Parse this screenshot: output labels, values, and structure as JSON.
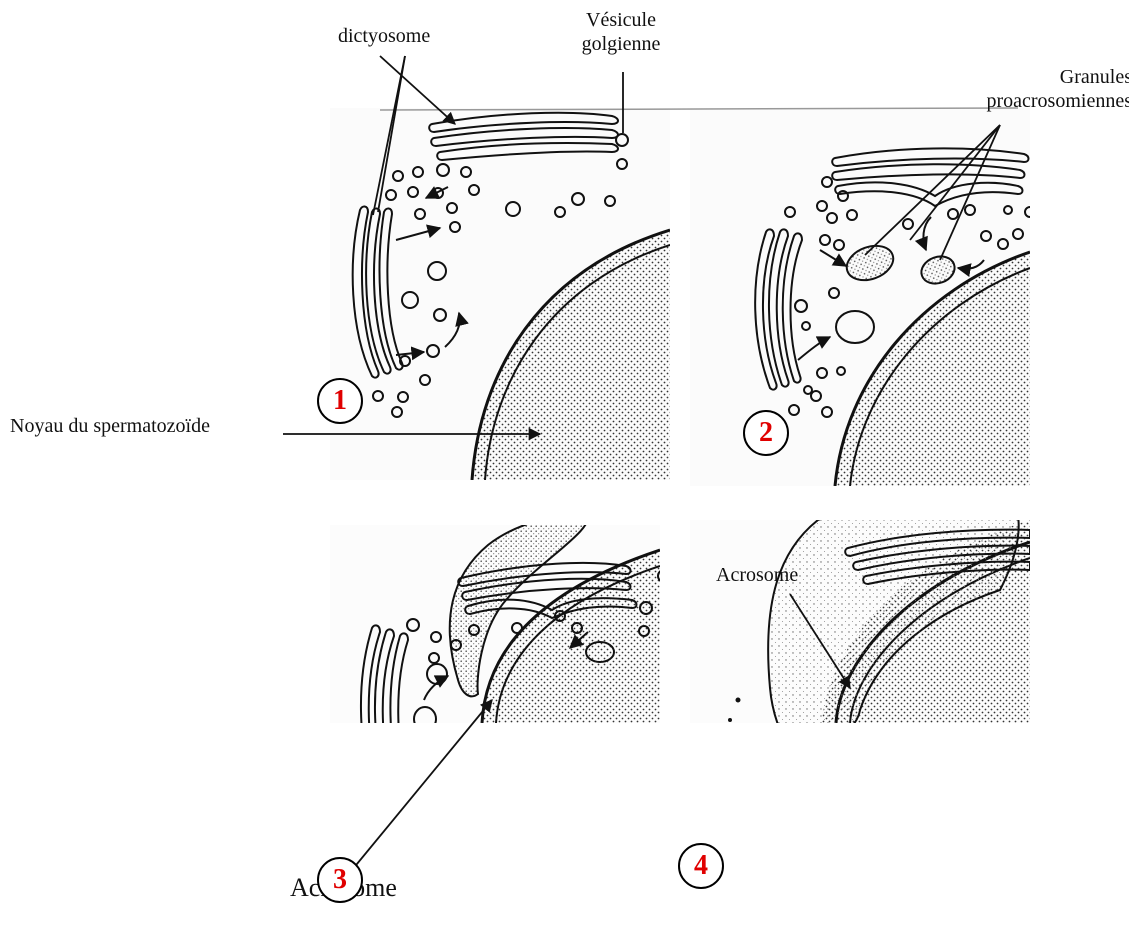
{
  "labels": {
    "dictyosome": "dictyosome",
    "vesicule_golgienne": "Vésicule golgienne",
    "granules": "Granules proacrosomiennes",
    "noyau": "Noyau du spermatozoïde",
    "acrosome_3": "Acrosome",
    "acrosome_4": "Acrosome"
  },
  "steps": [
    "1",
    "2",
    "3",
    "4"
  ],
  "colors": {
    "step_number": "#e00000",
    "line": "#111111",
    "paper": "#ffffff"
  }
}
